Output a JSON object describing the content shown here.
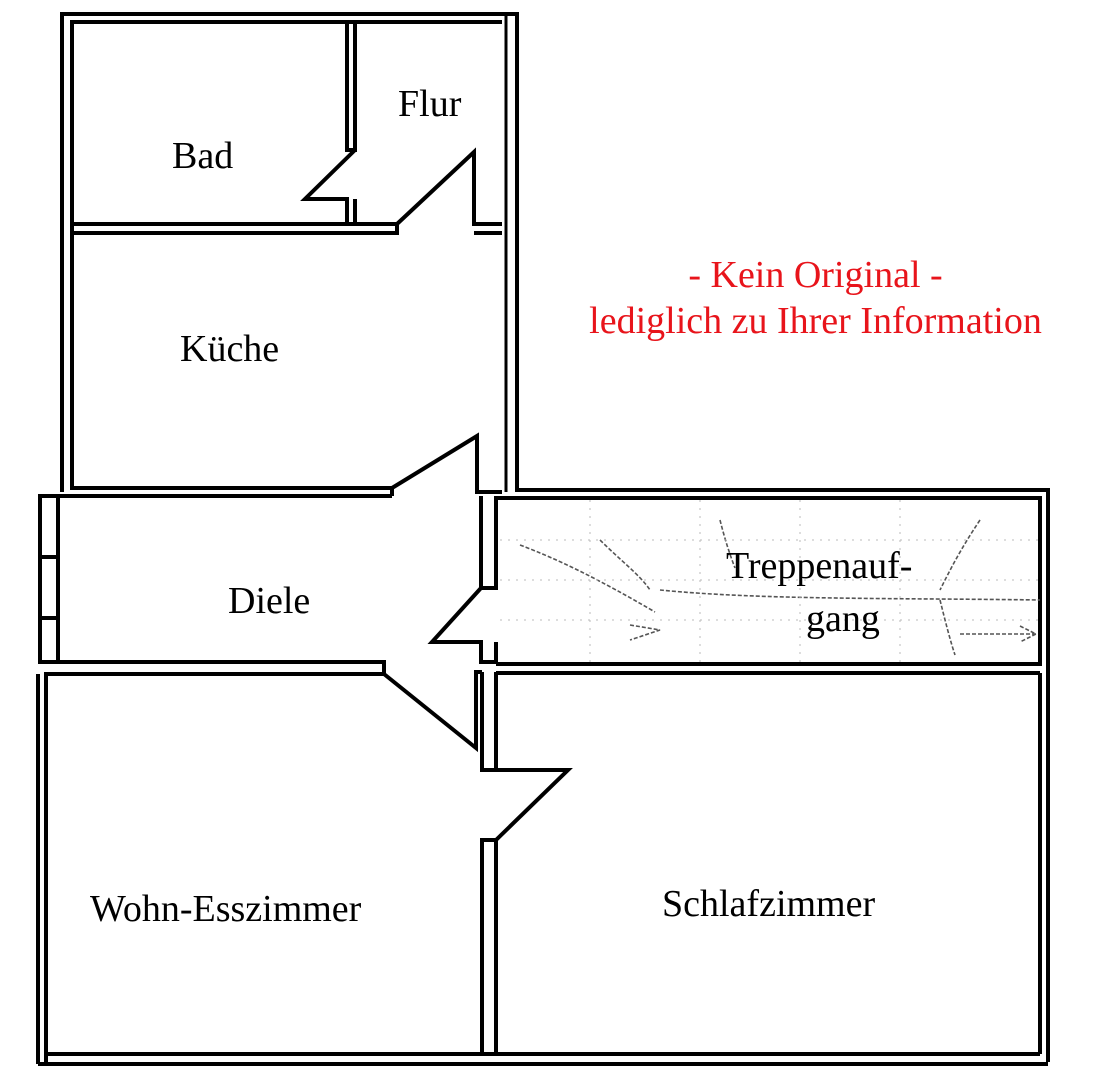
{
  "floor_plan": {
    "rooms": [
      {
        "id": "bad",
        "label": "Bad"
      },
      {
        "id": "flur",
        "label": "Flur"
      },
      {
        "id": "kueche",
        "label": "Küche"
      },
      {
        "id": "diele",
        "label": "Diele"
      },
      {
        "id": "treppenaufgang",
        "label_line1": "Treppenauf-",
        "label_line2": "gang"
      },
      {
        "id": "wohn-esszimmer",
        "label": "Wohn-Esszimmer"
      },
      {
        "id": "schlafzimmer",
        "label": "Schlafzimmer"
      }
    ]
  },
  "notice": {
    "line1": "- Kein Original -",
    "line2": "lediglich zu Ihrer Information",
    "color": "#e8141b"
  },
  "colors": {
    "wall": "#000000",
    "background": "#ffffff",
    "stair_sketch": "#555555"
  }
}
